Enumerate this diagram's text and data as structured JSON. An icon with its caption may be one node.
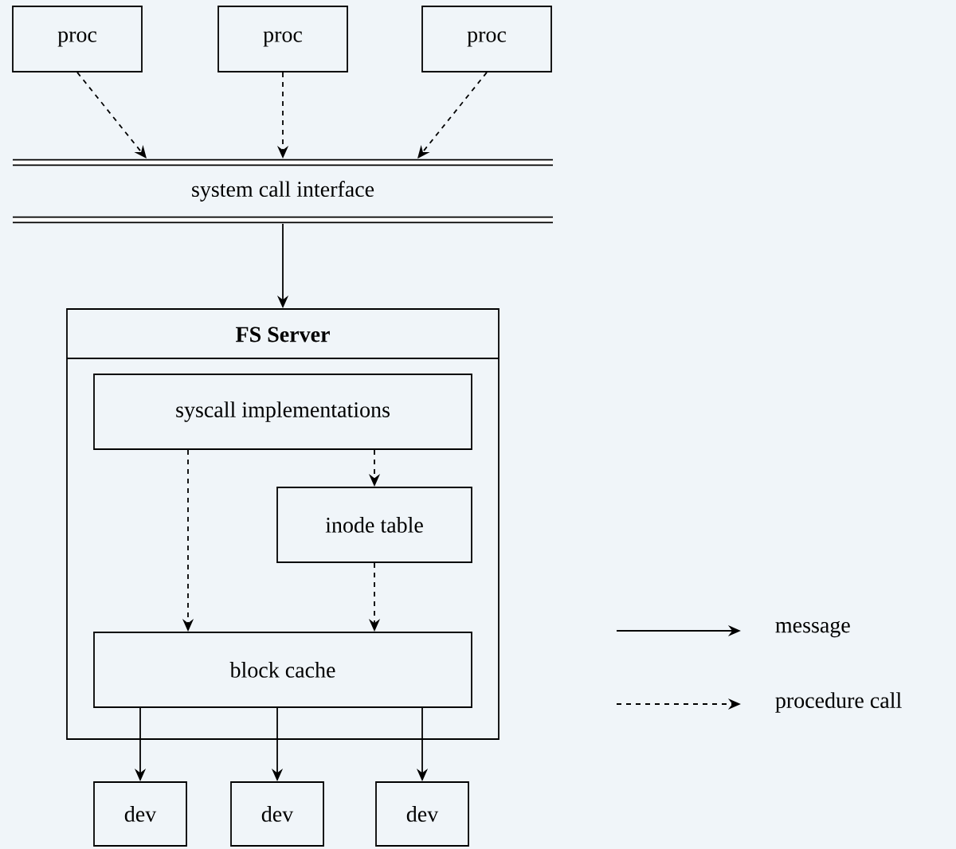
{
  "diagram": {
    "nodes": [
      {
        "text": [
          "proc"
        ]
      },
      {
        "text": [
          "proc"
        ]
      },
      {
        "text": [
          "proc"
        ]
      },
      {
        "text": [
          "system call interface"
        ]
      },
      {
        "text": [
          "FS Server"
        ]
      },
      {
        "text": [
          "syscall implementations"
        ],
        "in": 4
      },
      {
        "text": [
          "inode table"
        ],
        "in": 4
      },
      {
        "text": [
          "block cache"
        ],
        "in": 4
      },
      {
        "text": [
          "dev"
        ]
      },
      {
        "text": [
          "dev"
        ]
      },
      {
        "text": [
          "dev"
        ]
      }
    ],
    "edges": [
      {
        "from": 0,
        "to": 3,
        "arrow": "to",
        "style": "dashed"
      },
      {
        "from": 1,
        "to": 3,
        "arrow": "to",
        "style": "dashed"
      },
      {
        "from": 2,
        "to": 3,
        "arrow": "to",
        "style": "dashed"
      },
      {
        "from": 3,
        "to": 4,
        "arrow": "to"
      },
      {
        "from": 5,
        "to": 7,
        "arrow": "to",
        "style": "dashed"
      },
      {
        "from": 5,
        "to": 6,
        "arrow": "to",
        "style": "dashed"
      },
      {
        "from": 6,
        "to": 7,
        "arrow": "to",
        "style": "dashed"
      },
      {
        "from": 7,
        "to": 8,
        "arrow": "to"
      },
      {
        "from": 7,
        "to": 9,
        "arrow": "to"
      },
      {
        "from": 7,
        "to": 10,
        "arrow": "to"
      }
    ],
    "legend": [
      {
        "text": "message"
      },
      {
        "text": "procedure call"
      }
    ]
  }
}
